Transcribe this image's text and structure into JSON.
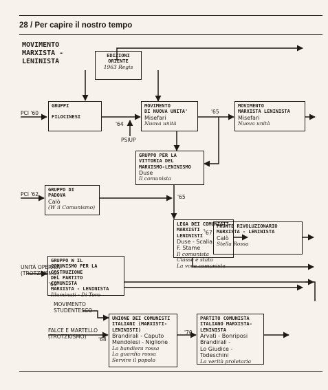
{
  "header": {
    "page": "28",
    "title": "/ Per capire il nostro tempo"
  },
  "diagram_title": [
    "MOVIMENTO",
    "MARXISTA -",
    "LENINISTA"
  ],
  "boxes": {
    "edizioni_oriente": [
      "EDIZIONI",
      "ORIENTE",
      "1963 Regis"
    ],
    "gruppi_filocinesi": [
      "GRUPPI",
      "FILOCINESI"
    ],
    "movimento_nuova_unita": [
      "MOVIMENTO",
      "DI NUOVA UNITA'",
      "Misefari",
      "Nuova unità"
    ],
    "movimento_ml": [
      "MOVIMENTO",
      "MARXISTA LENINISTA",
      "Misefari",
      "Nuova unità"
    ],
    "gruppo_vittoria": [
      "GRUPPO PER LA",
      "VITTORIA DEL",
      "MARXISMO-LENINISMO",
      "Duse",
      "Il comunista"
    ],
    "gruppo_padova": [
      "GRUPPO DI",
      "PADOVA",
      "Calò",
      "(W il Comunismo)"
    ],
    "lega_comunisti": [
      "LEGA DEI COMUNISTI",
      "MARXISTI - LENINISTI",
      "Duse - Scalia",
      "F. Stame",
      "Il comunista",
      "Classe e stato",
      "La voce comunista"
    ],
    "fronte_rivoluzionario": [
      "FRONTE RIVOLUZIONARIO",
      "MARXISTA - LENINISTA",
      "Calò",
      "Stella Rossa"
    ],
    "gruppo_w_comunismo": [
      "GRUPPO W IL",
      "COMUNISMO PER LA",
      "COSTRUZIONE",
      "DEL PARTITO",
      "COMUNISTA",
      "MARXISTA - LENINISTA",
      "Illuminati - Di Toro"
    ],
    "unione_comunisti": [
      "UNIONE DEI COMUNISTI",
      "ITALIANI (Marxisti-",
      "Leninisti)",
      "Brandirali - Caputo",
      "Mendolesi - Niglione",
      "La bandiera rossa",
      "La guardia rossa",
      "Servire il popolo"
    ],
    "partito_comunista": [
      "PARTITO COMUNISTA",
      "ITALIANO MARXISTA-",
      "LENINISTA",
      "Arvati - Bonriposi",
      "Brandirali -",
      "Lo Giudice - Todeschini",
      "La verità proletaria"
    ]
  },
  "labels": {
    "pci60": "PCI '60",
    "pci62": "PCI '62",
    "y64": "'64",
    "y65a": "'65",
    "y65b": "'65",
    "y67": "'67",
    "y69": "'69",
    "y68": "'68",
    "y70": "'70",
    "psiup": "PSIUP",
    "unita_operaia": [
      "UNITÀ OPERAIA",
      "(TROTZKISMO)"
    ],
    "movimento_studentesco": [
      "MOVIMENTO",
      "STUDENTESCO"
    ],
    "falce_martello": [
      "FALCE E MARTELLO",
      "(TROTZKISMO)"
    ]
  },
  "colors": {
    "paper": "#f7f3ec",
    "ink": "#1d1a17"
  }
}
